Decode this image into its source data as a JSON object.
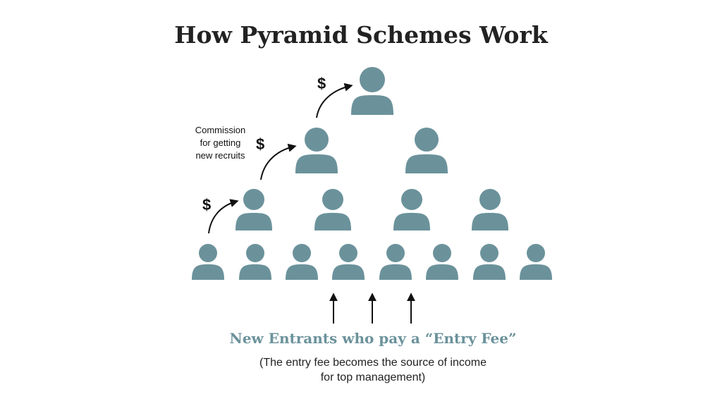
{
  "title": "How Pyramid Schemes Work",
  "commission_note": "Commission\nfor getting\nnew recruits",
  "currency_symbol": "$",
  "new_entrants_label": "New Entrants who pay a “Entry Fee”",
  "caption": "(The entry fee becomes the source of income\nfor top management)",
  "colors": {
    "person": "#6b929b",
    "arrow": "#111111",
    "accent_text": "#6b929b"
  },
  "pyramid": {
    "levels": [
      1,
      2,
      4,
      8
    ]
  },
  "icons": {
    "person": "person-icon",
    "commission_arrow": "curved-arrow-icon",
    "entry_arrow": "up-arrow-icon"
  }
}
